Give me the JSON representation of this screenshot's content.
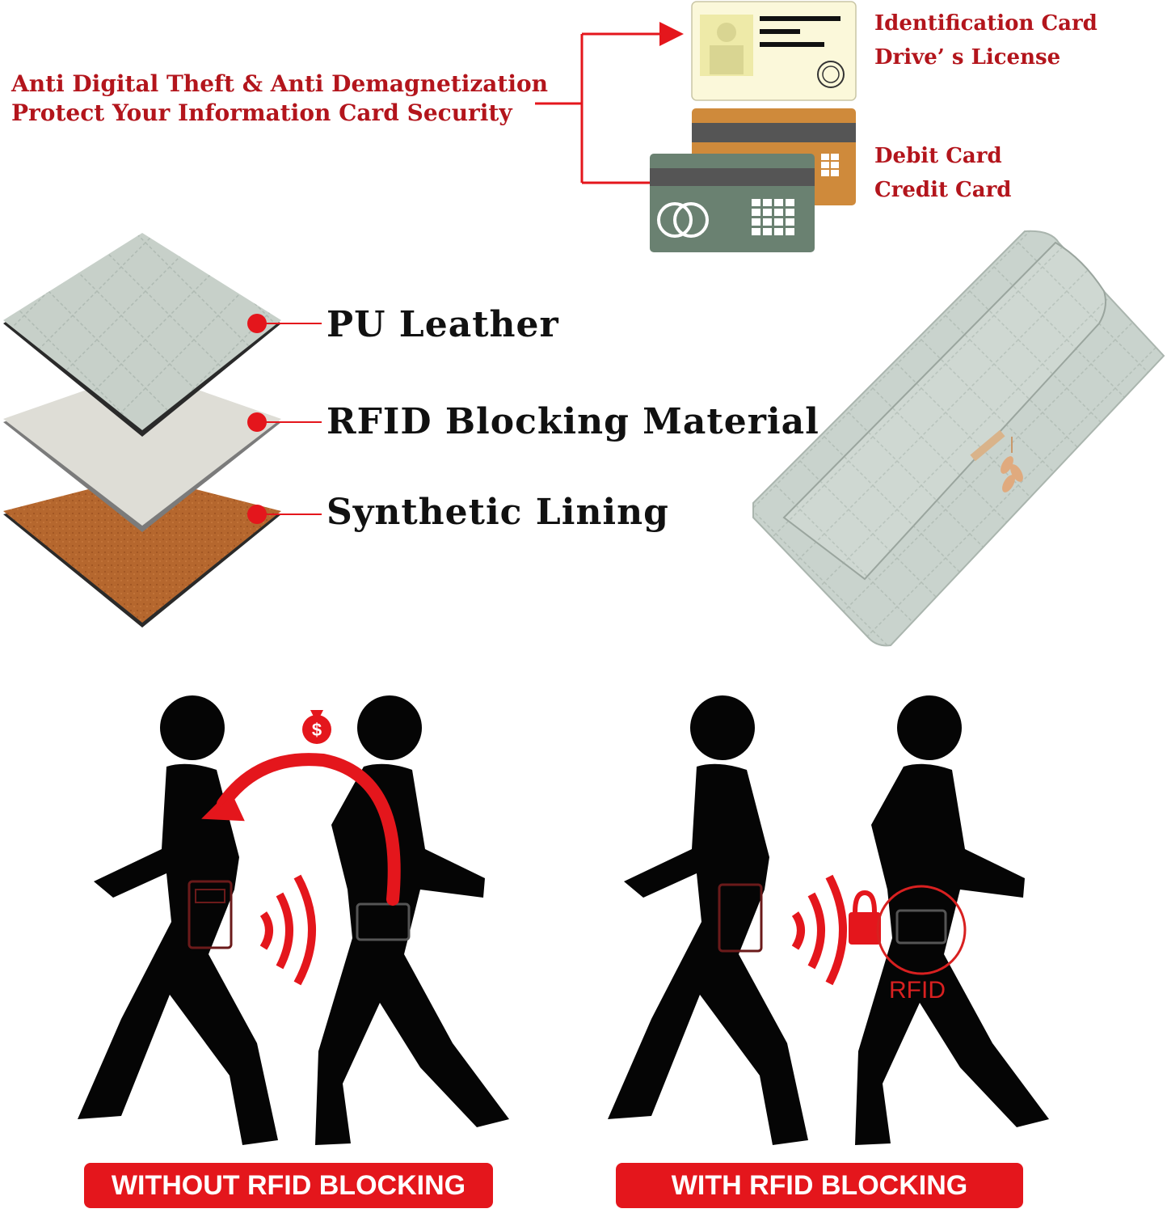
{
  "headline": {
    "line1": "Anti Digital Theft & Anti Demagnetization",
    "line2": "Protect Your Information Card Security"
  },
  "cards": {
    "id_group": [
      "Identification Card",
      "Drive’ s License"
    ],
    "bank_group": [
      "Debit Card",
      "Credit Card"
    ]
  },
  "layers": [
    "PU Leather",
    "RFID Blocking Material",
    "Synthetic Lining"
  ],
  "scenes": {
    "without": "WITHOUT RFID BLOCKING",
    "with": "WITH RFID BLOCKING",
    "rfid_mark": "RFID"
  },
  "colors": {
    "accent_red": "#e4161c",
    "text_red": "#b3151c",
    "wallet_green": "#c9d3cd",
    "lining_brown": "#b0642c",
    "card_green": "#6a8171",
    "card_orange": "#cf8a3b"
  },
  "icons": [
    "arrow-connector",
    "id-card-icon",
    "bank-card-icon",
    "money-bag-icon",
    "lock-icon",
    "signal-waves-icon",
    "wallet-icon",
    "card-reader-icon"
  ]
}
